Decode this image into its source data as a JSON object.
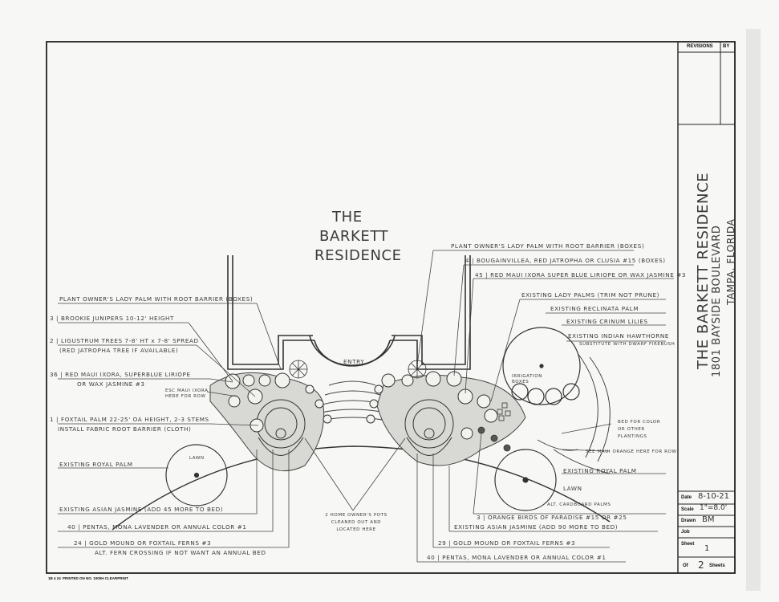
{
  "title_block": {
    "revisions_label": "REVISIONS",
    "by_label": "BY",
    "project_title": "THE BARKETT RESIDENCE",
    "address_line1": "1801 BAYSIDE BOULEVARD",
    "address_line2": "TAMPA, FLORIDA",
    "date_label": "Date",
    "date_value": "8-10-21",
    "scale_label": "Scale",
    "scale_value": "1\"=8.0'",
    "drawn_label": "Drawn",
    "drawn_value": "BM",
    "job_label": "Job",
    "sheet_label": "Sheet",
    "sheet_value": "1",
    "of_label": "Of",
    "of_value": "2",
    "sheets_label": "Sheets"
  },
  "plan": {
    "title_line1": "THE",
    "title_line2": "BARKETT",
    "title_line3": "RESIDENCE",
    "entry_label": "ENTRY",
    "lawn_left": "LAWN",
    "lawn_right": "LAWN",
    "irrigation_label": "IRRIGATION BOXES",
    "esc_note": "ESC MAUI IXORA HERE FOR ROW",
    "bed_note": "BED FOR COLOR OR OTHER PLANTINGS",
    "seek_note": "SEE MAUI ORANGE HERE FOR ROW",
    "pots_note": "2 HOME OWNER'S POTS CLEANED OUT AND LOCATED HERE",
    "alt_cardboard": "ALT. CARDBOARD PALMS"
  },
  "labels_left": [
    "PLANT OWNER'S LADY PALM WITH ROOT BARRIER (BOXES)",
    "3 | BROOKIE JUNIPERS 10-12' HEIGHT",
    "2 | LIGUSTRUM TREES 7-8' HT x 7-8' SPREAD",
    "(RED JATROPHA TREE IF AVAILABLE)",
    "36 | RED MAUI IXORA, SUPERBLUE LIRIOPE",
    "OR WAX JASMINE #3",
    "1 | FOXTAIL PALM 22-25' OA HEIGHT, 2-3 STEMS",
    "INSTALL FABRIC ROOT BARRIER (CLOTH)",
    "EXISTING ROYAL PALM",
    "EXISTING ASIAN JASMINE (ADD 45 MORE TO BED)",
    "40 | PENTAS, MONA LAVENDER OR ANNUAL COLOR #1",
    "24 | GOLD MOUND OR FOXTAIL FERNS #3",
    "ALT. FERN CROSSING IF NOT WANT AN ANNUAL BED"
  ],
  "labels_right": [
    "PLANT OWNER'S LADY PALM WITH ROOT BARRIER (BOXES)",
    "4 | BOUGAINVILLEA, RED JATROPHA OR CLUSIA #15 (BOXES)",
    "45 | RED MAUI IXORA SUPER BLUE LIRIOPE OR WAX JASMINE #3",
    "EXISTING LADY PALMS (TRIM NOT PRUNE)",
    "EXISTING RECLINATA PALM",
    "EXISTING CRINUM LILIES",
    "EXISTING INDIAN HAWTHORNE",
    "SUBSTITUTE WITH DWARF FIREBUSH",
    "EXISTING ROYAL PALM",
    "3 | ORANGE BIRDS OF PARADISE #15 OR #25",
    "EXISTING ASIAN JASMINE (ADD 90 MORE TO BED)",
    "29 | GOLD MOUND OR FOXTAIL FERNS #3",
    "40 | PENTAS, MONA LAVENDER OR ANNUAL COLOR #1"
  ],
  "footer": {
    "code": "1B 4 24",
    "printed_on": "PRINTED ON NO. 1000H CLEARPRINT"
  }
}
